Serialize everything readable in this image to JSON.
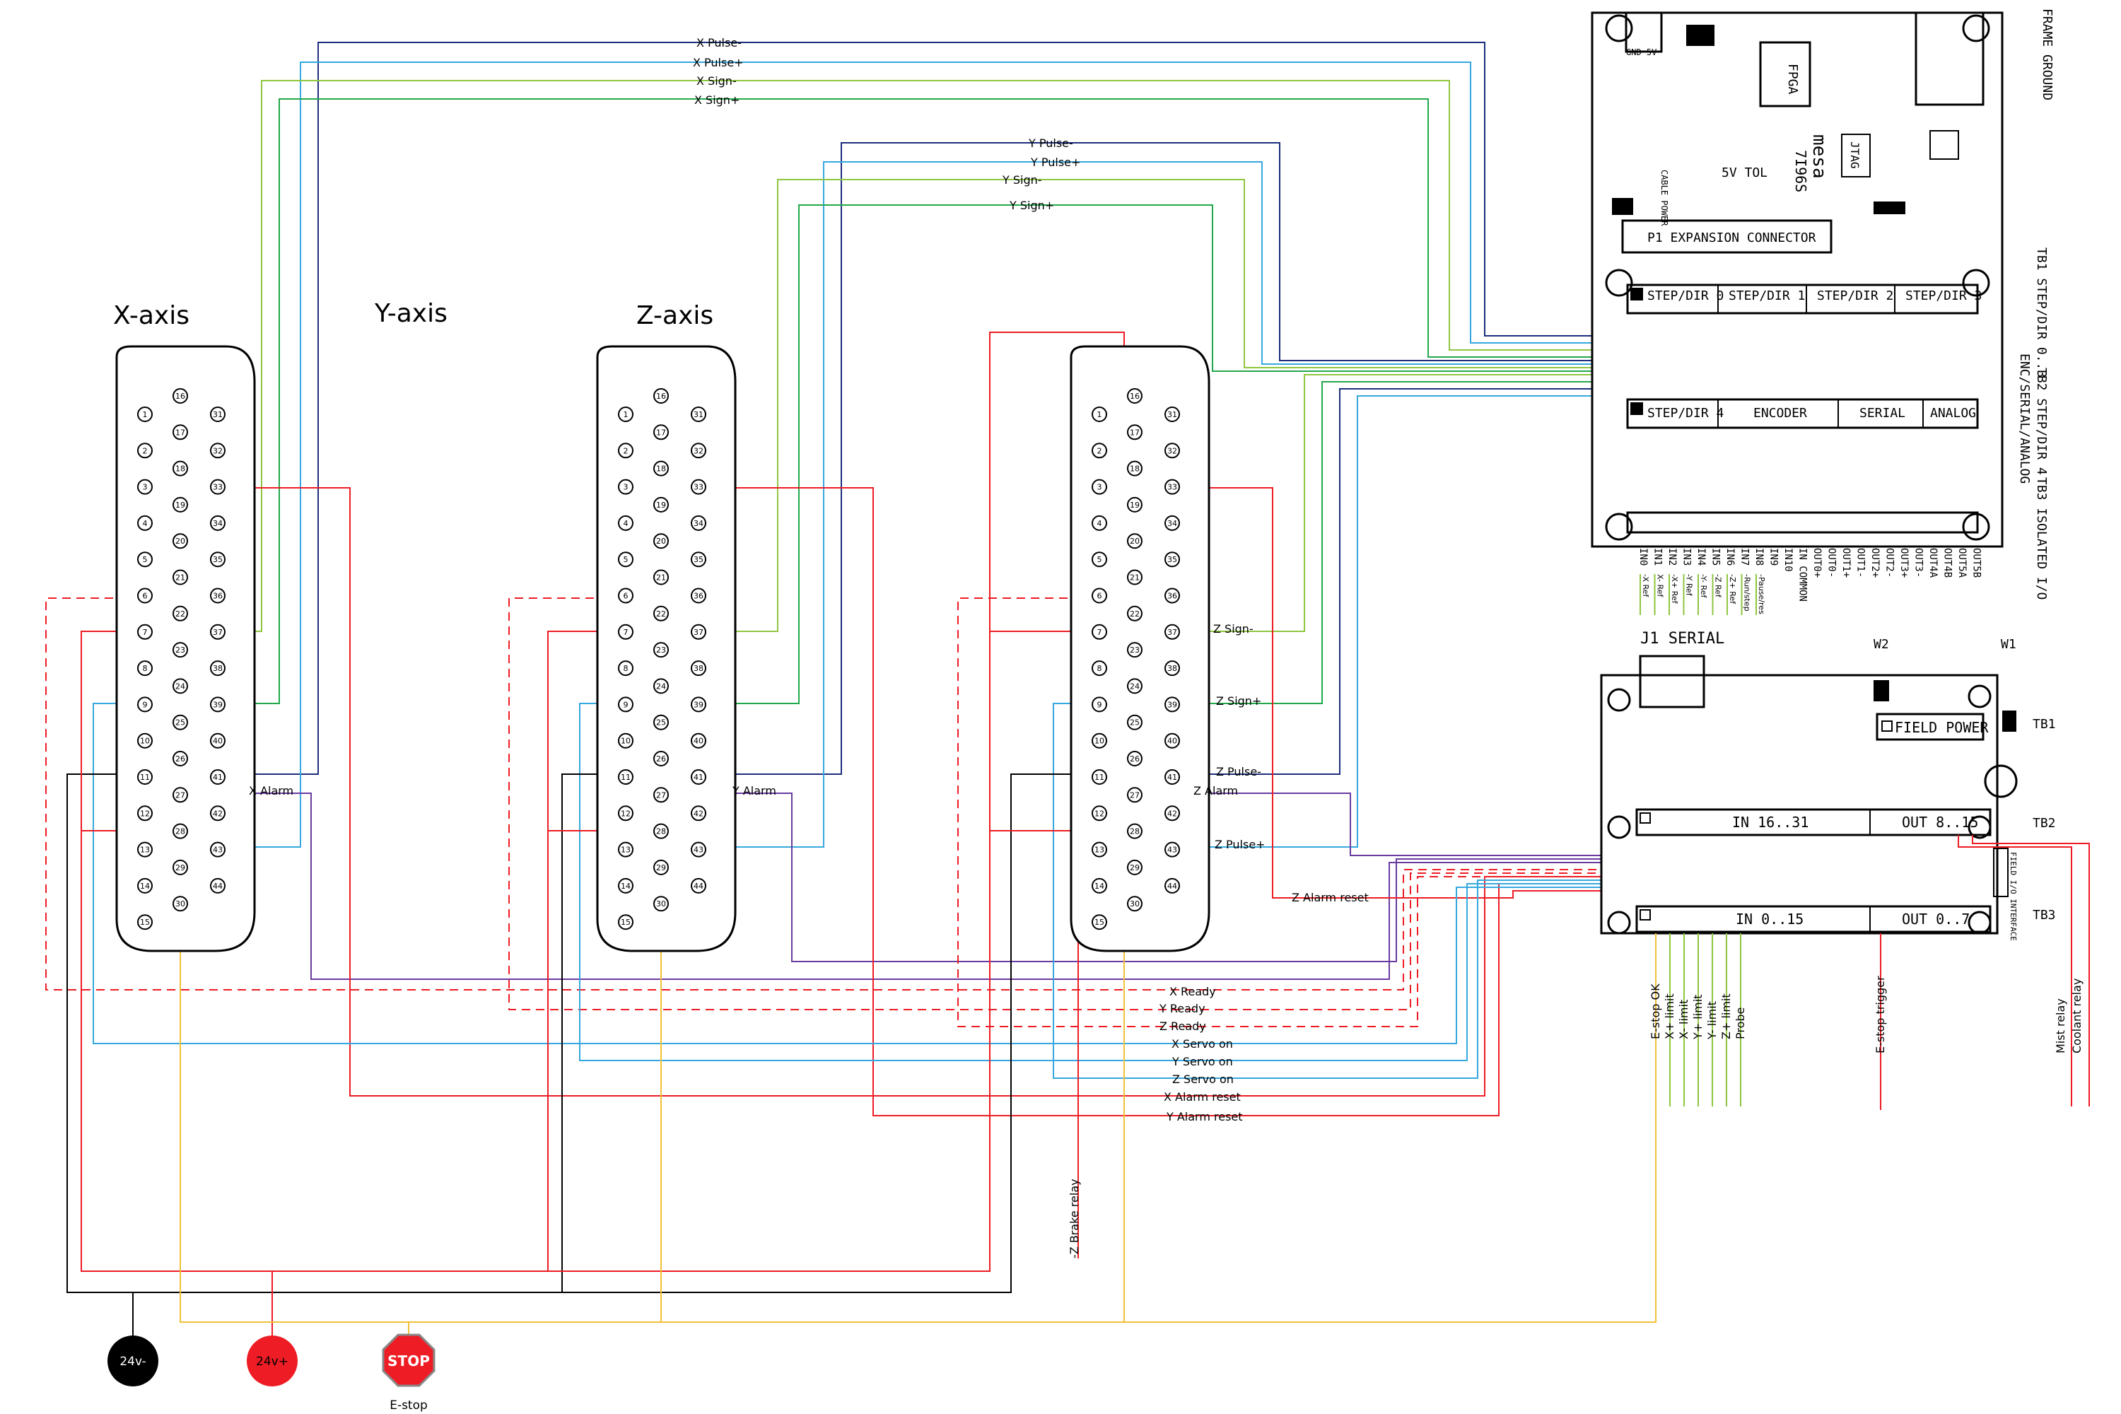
{
  "axis_titles": [
    "X-axis",
    "Y-axis",
    "Z-axis"
  ],
  "connector_pins": {
    "col1": [
      "1",
      "2",
      "3",
      "4",
      "5",
      "6",
      "7",
      "8",
      "9",
      "10",
      "11",
      "12",
      "13",
      "14",
      "15"
    ],
    "col2": [
      "16",
      "17",
      "18",
      "19",
      "20",
      "21",
      "22",
      "23",
      "24",
      "25",
      "26",
      "27",
      "28",
      "29",
      "30"
    ],
    "col3": [
      "31",
      "32",
      "33",
      "34",
      "35",
      "36",
      "37",
      "38",
      "39",
      "40",
      "41",
      "42",
      "43",
      "44"
    ]
  },
  "signal_labels": {
    "x_pulse_minus": "X Pulse-",
    "x_pulse_plus": "X Pulse+",
    "x_sign_minus": "X Sign-",
    "x_sign_plus": "X Sign+",
    "y_pulse_minus": "Y Pulse-",
    "y_pulse_plus": "Y Pulse+",
    "y_sign_minus": "Y Sign-",
    "y_sign_plus": "Y Sign+",
    "z_sign_minus": "Z Sign-",
    "z_sign_plus": "Z Sign+",
    "z_pulse_minus": "Z Pulse-",
    "z_pulse_plus": "Z Pulse+",
    "x_alarm": "X Alarm",
    "y_alarm": "Y Alarm",
    "z_alarm": "Z Alarm",
    "z_alarm_reset": "Z Alarm reset",
    "x_ready": "X Ready",
    "y_ready": "Y Ready",
    "z_ready": "Z Ready",
    "x_servo_on": "X Servo on",
    "y_servo_on": "Y Servo on",
    "z_servo_on": "Z Servo on",
    "x_alarm_reset": "X Alarm reset",
    "y_alarm_reset": "Y Alarm reset",
    "z_brake_relay": "-Z Brake relay"
  },
  "board_7i96s": {
    "right_labels": {
      "frame_ground": "FRAME GROUND",
      "tb1": "TB1 STEP/DIR 0..3",
      "tb2": "TB2 STEP/DIR 4",
      "tb2b": "ENC/SERIAL/ANALOG",
      "tb3": "TB3 ISOLATED I/O"
    },
    "blocks_top": [
      "STEP/DIR 0",
      "STEP/DIR 1",
      "STEP/DIR 2",
      "STEP/DIR 3"
    ],
    "blocks_mid": [
      "STEP/DIR 4",
      "ENCODER",
      "SERIAL",
      "ANALOG"
    ],
    "p1_connector": "P1 EXPANSION CONNECTOR",
    "chip_fpga": "FPGA",
    "chip_jtag": "JTAG",
    "brand": "mesa",
    "model": "7I96S",
    "tol": "5V TOL",
    "gnd": "GND 5V",
    "cable_power": "CABLE POWER",
    "tb3_pins": [
      "IN0",
      "IN1",
      "IN2",
      "IN3",
      "IN4",
      "IN5",
      "IN6",
      "IN7",
      "IN8",
      "IN9",
      "IN10",
      "IN COMMON",
      "OUT0+",
      "OUT0-",
      "OUT1+",
      "OUT1-",
      "OUT2+",
      "OUT2-",
      "OUT3+",
      "OUT3-",
      "OUT4A",
      "OUT4B",
      "OUT5A",
      "OUT5B"
    ],
    "tb3_inputs": [
      "-X Ref",
      "X- Ref",
      "-X+ Ref",
      "-Y Ref",
      "-Y- Ref",
      "-Z Ref",
      "-Z+ Ref",
      "-Run/step",
      "-Pause/res"
    ]
  },
  "board_7i84": {
    "j1": "J1 SERIAL",
    "w2": "W2",
    "w1": "W1",
    "field_power": "FIELD POWER",
    "field_io": "FIELD I/O INTERFACE",
    "tb1": "TB1",
    "tb2": "TB2",
    "tb3": "TB3",
    "in_16_31": "IN 16..31",
    "out_8_15": "OUT 8..15",
    "in_0_15": "IN 0..15",
    "out_0_7": "OUT 0..7",
    "inputs": [
      "E-stop OK",
      "X+ limit",
      "X- limit",
      "Y+ limit",
      "Y- limit",
      "Z+ limit",
      "Probe"
    ],
    "estop_trigger": "E-stop trigger",
    "mist_relay": "Mist relay",
    "coolant_relay": "Coolant relay"
  },
  "power": {
    "minus": "24v-",
    "plus": "24v+",
    "stop": "STOP",
    "estop": "E-stop"
  },
  "colors": {
    "red": "#ee1c24",
    "yellow": "#f2c037",
    "purple": "#6a3ba0",
    "navy": "#1b2e7c",
    "blue": "#35a8df",
    "lightgreen": "#8ec63f",
    "green": "#22a84a",
    "black": "#000000"
  }
}
